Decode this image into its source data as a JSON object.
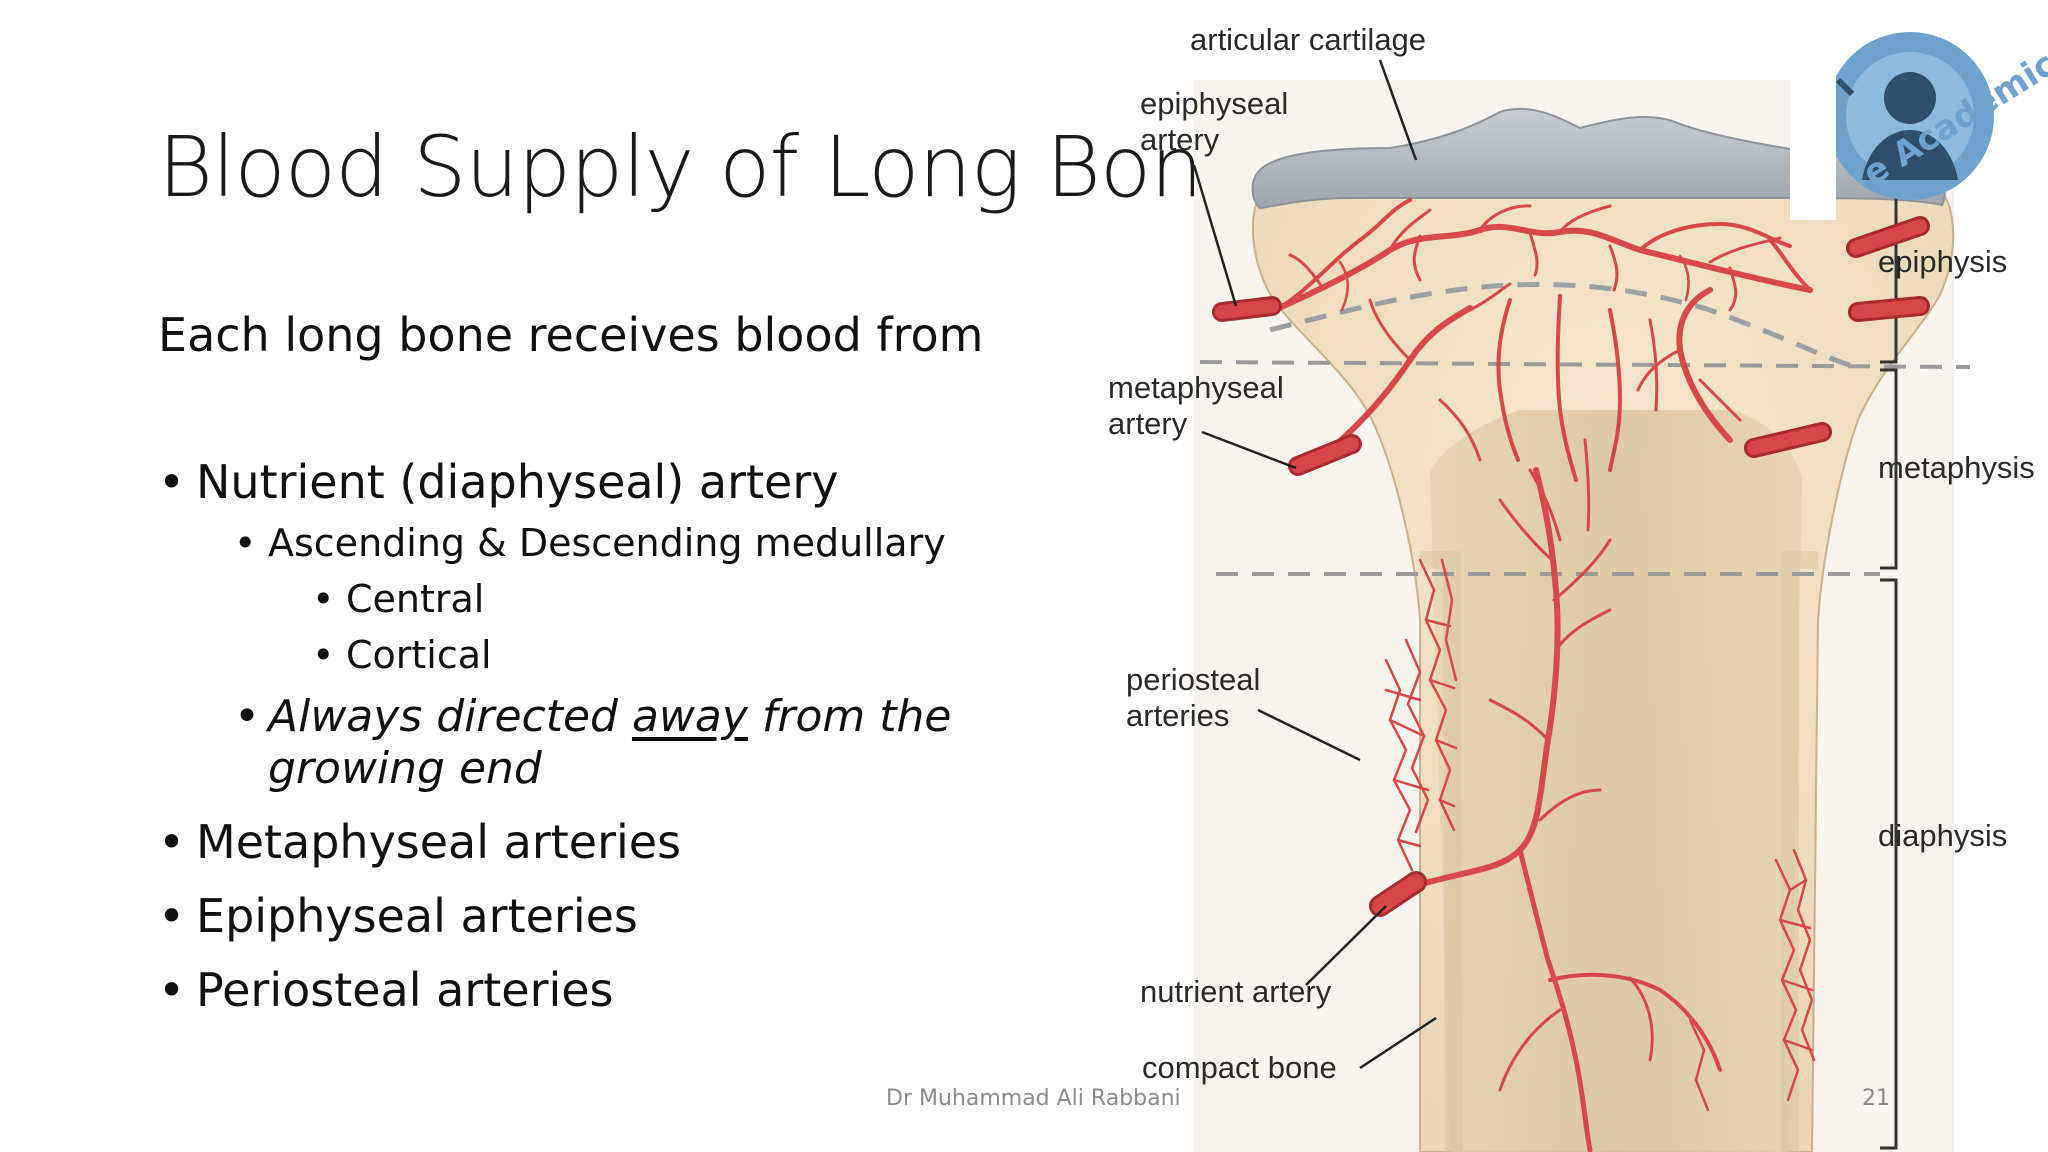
{
  "slide": {
    "title": "Blood Supply of Long Bone",
    "intro": "Each long bone receives blood from",
    "bullets": {
      "b1": "Nutrient (diaphyseal) artery",
      "b1_1": "Ascending & Descending medullary",
      "b1_1_1": "Central",
      "b1_1_2": "Cortical",
      "b1_2_a": "Always directed ",
      "b1_2_b": "away",
      "b1_2_c": " from the",
      "b1_2_d": "growing end",
      "b2": "Metaphyseal arteries",
      "b3": "Epiphyseal arteries",
      "b4": "Periosteal arteries"
    },
    "bullet_glyph": "•",
    "footer": "Dr Muhammad Ali Rabbani",
    "page_number": "21"
  },
  "diagram": {
    "labels": {
      "articular_cartilage": "articular cartilage",
      "epiphyseal_artery_1": "epiphyseal",
      "epiphyseal_artery_2": "artery",
      "metaphyseal_artery_1": "metaphyseal",
      "metaphyseal_artery_2": "artery",
      "periosteal_arteries_1": "periosteal",
      "periosteal_arteries_2": "arteries",
      "nutrient_artery": "nutrient artery",
      "compact_bone": "compact bone",
      "epiphysis": "epiphysis",
      "metaphysis": "metaphysis",
      "diaphysis": "diaphysis"
    },
    "colors": {
      "artery": "#d8474a",
      "artery_dark": "#a82b30",
      "bone": "#f1e2c8",
      "medulla": "#e4cfb0",
      "cartilage": "#aeb4bb",
      "line": "#222222",
      "dash": "#9a9a9a"
    }
  },
  "logo": {
    "text": "e Academics",
    "colors": {
      "ring": "#6fa3cf",
      "figure": "#2f4f6a"
    }
  }
}
